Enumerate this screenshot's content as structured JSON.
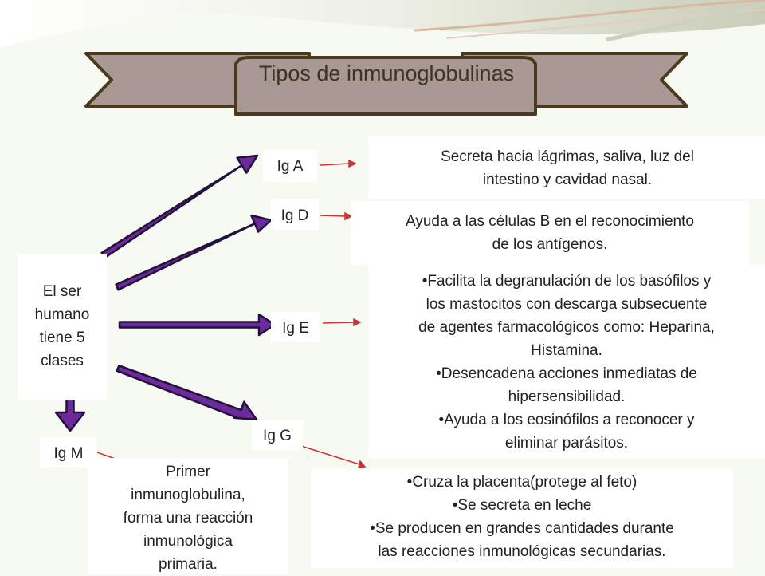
{
  "title": "Tipos de inmunoglobulinas",
  "source": {
    "text": [
      "El ser",
      "humano",
      "tiene 5",
      "clases"
    ]
  },
  "classes": {
    "iga": {
      "label": "Ig A",
      "desc": [
        "Secreta hacia lágrimas, saliva, luz del",
        "intestino y cavidad nasal."
      ]
    },
    "igd": {
      "label": "Ig D",
      "desc": [
        "Ayuda a las células B en el reconocimiento",
        "de los antígenos."
      ]
    },
    "ige": {
      "label": "Ig E",
      "desc": [
        "•Facilita la degranulación de los basófilos y",
        "los mastocitos con descarga subsecuente",
        "de agentes farmacológicos como: Heparina,",
        "Histamina.",
        "•Desencadena acciones inmediatas de",
        "hipersensibilidad.",
        "•Ayuda a los eosinófilos a reconocer y",
        "eliminar parásitos."
      ]
    },
    "igg": {
      "label": "Ig G",
      "desc": [
        "•Cruza la placenta(protege al feto)",
        "•Se secreta en leche",
        "•Se producen en grandes cantidades durante",
        "las reacciones inmunológicas secundarias."
      ]
    },
    "igm": {
      "label": "Ig M",
      "desc": [
        "Primer",
        "inmunoglobulina,",
        "forma una reacción",
        "inmunológica",
        "primaria."
      ]
    }
  },
  "colors": {
    "banner_fill": "#a99893",
    "banner_stroke": "#4a3b1f",
    "arrow_fill": "#6c2a9c",
    "connector": "#cc3333"
  }
}
